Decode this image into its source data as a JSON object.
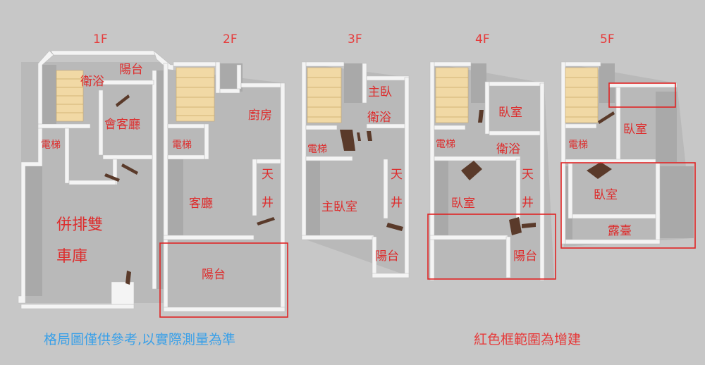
{
  "floors": [
    {
      "label": "1F",
      "rooms": {
        "bath": "衛浴",
        "balcony": "陽台",
        "living": "會客廳",
        "elevator": "電梯",
        "garage_line1": "併排雙",
        "garage_line2": "車庫"
      }
    },
    {
      "label": "2F",
      "rooms": {
        "kitchen": "廚房",
        "elevator": "電梯",
        "living": "客廳",
        "well_line1": "天",
        "well_line2": "井",
        "balcony": "陽台"
      }
    },
    {
      "label": "3F",
      "rooms": {
        "master_line1": "主臥",
        "master_line2": "衛浴",
        "elevator": "電梯",
        "master_room": "主臥室",
        "well_line1": "天",
        "well_line2": "井",
        "balcony": "陽台"
      }
    },
    {
      "label": "4F",
      "rooms": {
        "bedroom_top": "臥室",
        "bath": "衛浴",
        "elevator": "電梯",
        "bedroom_main": "臥室",
        "well_line1": "天",
        "well_line2": "井",
        "balcony": "陽台"
      }
    },
    {
      "label": "5F",
      "rooms": {
        "bedroom_top": "臥室",
        "elevator": "電梯",
        "bedroom_main": "臥室",
        "terrace": "露臺"
      }
    }
  ],
  "notes": {
    "disclaimer": "格局圖僅供參考,以實際測量為準",
    "legend": "紅色框範圍為增建"
  },
  "colors": {
    "background": "#c7c7c7",
    "room_label": "#dd2d2d",
    "addition_frame": "#e02424",
    "disclaimer_text": "#3aa0e8",
    "stairs": "#f1d9a5",
    "doors": "#5a3a2a"
  }
}
